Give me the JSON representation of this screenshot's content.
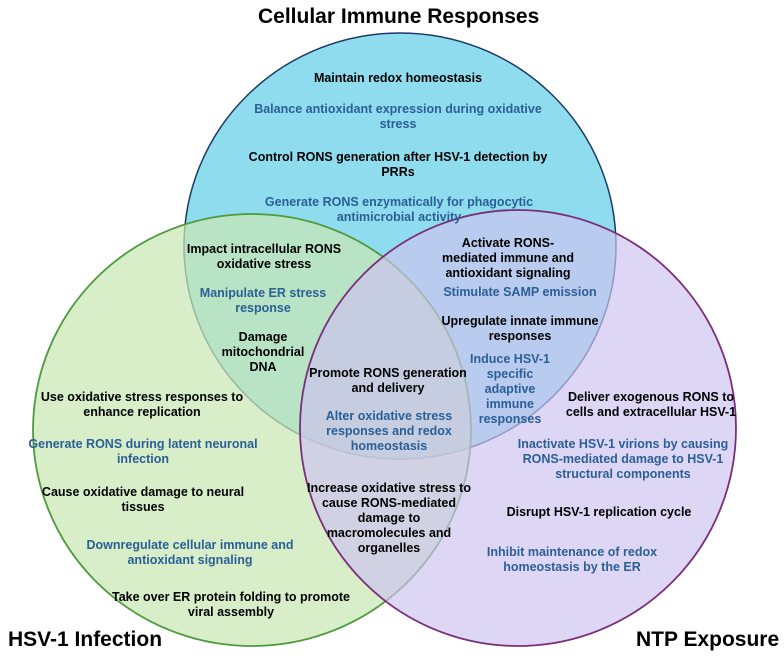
{
  "titles": {
    "top": "Cellular Immune Responses",
    "left": "HSV-1 Infection",
    "right": "NTP Exposure"
  },
  "cellular_only": [
    "Maintain redox homeostasis",
    "Balance antioxidant expression during oxidative stress",
    "Control RONS generation after HSV-1 detection by PRRs",
    "Generate RONS enzymatically for phagocytic antimicrobial activity"
  ],
  "cellular_hsv": [
    "Impact intracellular RONS oxidative stress",
    "Manipulate ER stress response",
    "Damage mitochondrial DNA"
  ],
  "cellular_ntp": [
    "Activate RONS-mediated immune and antioxidant signaling",
    "Stimulate SAMP emission",
    "Upregulate innate immune responses",
    "Induce HSV-1 specific adaptive immune responses"
  ],
  "center": [
    "Promote RONS generation and delivery",
    "Alter oxidative stress responses and redox homeostasis"
  ],
  "hsv_only": [
    "Use oxidative stress responses to enhance replication",
    "Generate RONS during latent neuronal infection",
    "Cause oxidative damage to neural tissues",
    "Downregulate cellular immune and antioxidant signaling",
    "Take over ER protein folding to promote viral assembly"
  ],
  "hsv_ntp": [
    "Increase oxidative stress to cause RONS-mediated damage to macromolecules and organelles"
  ],
  "ntp_only": [
    "Deliver exogenous RONS to cells and extracellular HSV-1",
    "Inactivate HSV-1 virions by causing RONS-mediated damage to HSV-1 structural components",
    "Disrupt HSV-1 replication cycle",
    "Inhibit maintenance of redox homeostasis by the ER"
  ],
  "colors": {
    "cellular_fill": "#8fdcef",
    "cellular_stroke": "#1a3a66",
    "hsv_fill": "#c8e8b4",
    "hsv_stroke": "#4f9a3c",
    "ntp_fill": "#cdc3ef",
    "ntp_stroke": "#7a2f7a",
    "text_black": "#000000",
    "text_blue": "#2b5f95"
  }
}
